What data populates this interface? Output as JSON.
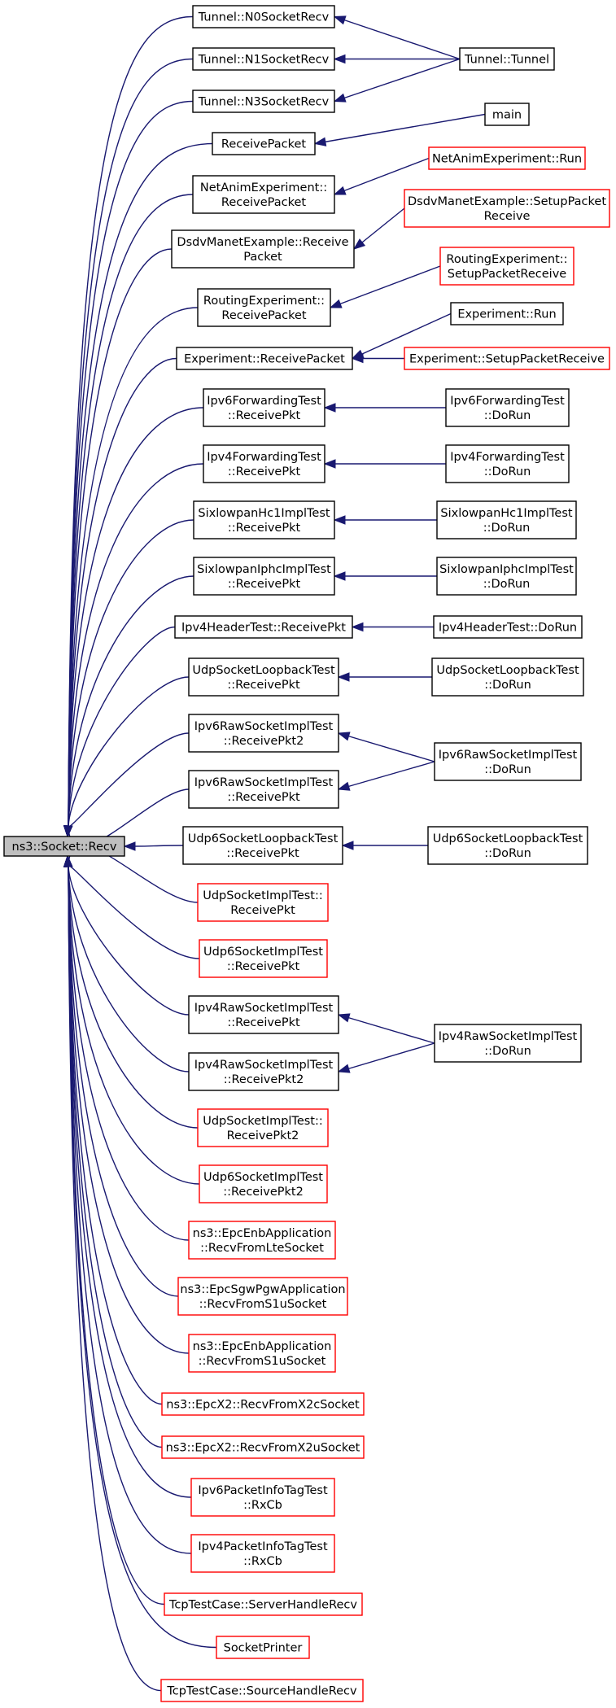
{
  "graph": {
    "title": "ns3::Socket::Recv call graph",
    "colors": {
      "edge": "#191970",
      "border": "#000000",
      "highlight_border": "#ff0000",
      "root_fill": "#bfbfbf"
    },
    "root": {
      "id": "recv",
      "lines": [
        "ns3::Socket::Recv"
      ]
    },
    "callers": [
      {
        "id": "n0",
        "lines": [
          "Tunnel::N0SocketRecv"
        ],
        "red": false
      },
      {
        "id": "n1",
        "lines": [
          "Tunnel::N1SocketRecv"
        ],
        "red": false
      },
      {
        "id": "n3",
        "lines": [
          "Tunnel::N3SocketRecv"
        ],
        "red": false
      },
      {
        "id": "rp",
        "lines": [
          "ReceivePacket"
        ],
        "red": false
      },
      {
        "id": "nae",
        "lines": [
          "NetAnimExperiment::",
          "ReceivePacket"
        ],
        "red": false
      },
      {
        "id": "dsdv",
        "lines": [
          "DsdvManetExample::Receive",
          "Packet"
        ],
        "red": false
      },
      {
        "id": "rexp",
        "lines": [
          "RoutingExperiment::",
          "ReceivePacket"
        ],
        "red": false
      },
      {
        "id": "exp",
        "lines": [
          "Experiment::ReceivePacket"
        ],
        "red": false
      },
      {
        "id": "ip6f",
        "lines": [
          "Ipv6ForwardingTest",
          "::ReceivePkt"
        ],
        "red": false
      },
      {
        "id": "ip4f",
        "lines": [
          "Ipv4ForwardingTest",
          "::ReceivePkt"
        ],
        "red": false
      },
      {
        "id": "hc1",
        "lines": [
          "SixlowpanHc1ImplTest",
          "::ReceivePkt"
        ],
        "red": false
      },
      {
        "id": "iphc",
        "lines": [
          "SixlowpanIphcImplTest",
          "::ReceivePkt"
        ],
        "red": false
      },
      {
        "id": "ip4h",
        "lines": [
          "Ipv4HeaderTest::ReceivePkt"
        ],
        "red": false
      },
      {
        "id": "udpl",
        "lines": [
          "UdpSocketLoopbackTest",
          "::ReceivePkt"
        ],
        "red": false
      },
      {
        "id": "ip6r2",
        "lines": [
          "Ipv6RawSocketImplTest",
          "::ReceivePkt2"
        ],
        "red": false
      },
      {
        "id": "ip6r",
        "lines": [
          "Ipv6RawSocketImplTest",
          "::ReceivePkt"
        ],
        "red": false
      },
      {
        "id": "udp6l",
        "lines": [
          "Udp6SocketLoopbackTest",
          "::ReceivePkt"
        ],
        "red": false
      },
      {
        "id": "udpi",
        "lines": [
          "UdpSocketImplTest::",
          "ReceivePkt"
        ],
        "red": true
      },
      {
        "id": "udp6i",
        "lines": [
          "Udp6SocketImplTest",
          "::ReceivePkt"
        ],
        "red": true
      },
      {
        "id": "ip4r",
        "lines": [
          "Ipv4RawSocketImplTest",
          "::ReceivePkt"
        ],
        "red": false
      },
      {
        "id": "ip4r2",
        "lines": [
          "Ipv4RawSocketImplTest",
          "::ReceivePkt2"
        ],
        "red": false
      },
      {
        "id": "udpi2",
        "lines": [
          "UdpSocketImplTest::",
          "ReceivePkt2"
        ],
        "red": true
      },
      {
        "id": "udp6i2",
        "lines": [
          "Udp6SocketImplTest",
          "::ReceivePkt2"
        ],
        "red": true
      },
      {
        "id": "enblte",
        "lines": [
          "ns3::EpcEnbApplication",
          "::RecvFromLteSocket"
        ],
        "red": true
      },
      {
        "id": "sgw",
        "lines": [
          "ns3::EpcSgwPgwApplication",
          "::RecvFromS1uSocket"
        ],
        "red": true
      },
      {
        "id": "enbs1",
        "lines": [
          "ns3::EpcEnbApplication",
          "::RecvFromS1uSocket"
        ],
        "red": true
      },
      {
        "id": "x2c",
        "lines": [
          "ns3::EpcX2::RecvFromX2cSocket"
        ],
        "red": true
      },
      {
        "id": "x2u",
        "lines": [
          "ns3::EpcX2::RecvFromX2uSocket"
        ],
        "red": true
      },
      {
        "id": "ip6pi",
        "lines": [
          "Ipv6PacketInfoTagTest",
          "::RxCb"
        ],
        "red": true
      },
      {
        "id": "ip4pi",
        "lines": [
          "Ipv4PacketInfoTagTest",
          "::RxCb"
        ],
        "red": true
      },
      {
        "id": "tcps",
        "lines": [
          "TcpTestCase::ServerHandleRecv"
        ],
        "red": true
      },
      {
        "id": "sp",
        "lines": [
          "SocketPrinter"
        ],
        "red": true
      },
      {
        "id": "tcpsrc",
        "lines": [
          "TcpTestCase::SourceHandleRecv"
        ],
        "red": true
      }
    ],
    "second_level": [
      {
        "id": "tun",
        "lines": [
          "Tunnel::Tunnel"
        ],
        "red": false
      },
      {
        "id": "main",
        "lines": [
          "main"
        ],
        "red": false
      },
      {
        "id": "naerun",
        "lines": [
          "NetAnimExperiment::Run"
        ],
        "red": true
      },
      {
        "id": "dsdvsetup",
        "lines": [
          "DsdvManetExample::SetupPacket",
          "Receive"
        ],
        "red": true
      },
      {
        "id": "rexpsetup",
        "lines": [
          "RoutingExperiment::",
          "SetupPacketReceive"
        ],
        "red": true
      },
      {
        "id": "exprun",
        "lines": [
          "Experiment::Run"
        ],
        "red": false
      },
      {
        "id": "expsetup",
        "lines": [
          "Experiment::SetupPacketReceive"
        ],
        "red": true
      },
      {
        "id": "ip6fd",
        "lines": [
          "Ipv6ForwardingTest",
          "::DoRun"
        ],
        "red": false
      },
      {
        "id": "ip4fd",
        "lines": [
          "Ipv4ForwardingTest",
          "::DoRun"
        ],
        "red": false
      },
      {
        "id": "hc1d",
        "lines": [
          "SixlowpanHc1ImplTest",
          "::DoRun"
        ],
        "red": false
      },
      {
        "id": "iphcd",
        "lines": [
          "SixlowpanIphcImplTest",
          "::DoRun"
        ],
        "red": false
      },
      {
        "id": "ip4hd",
        "lines": [
          "Ipv4HeaderTest::DoRun"
        ],
        "red": false
      },
      {
        "id": "udpld",
        "lines": [
          "UdpSocketLoopbackTest",
          "::DoRun"
        ],
        "red": false
      },
      {
        "id": "ip6rd",
        "lines": [
          "Ipv6RawSocketImplTest",
          "::DoRun"
        ],
        "red": false
      },
      {
        "id": "udp6ld",
        "lines": [
          "Udp6SocketLoopbackTest",
          "::DoRun"
        ],
        "red": false
      },
      {
        "id": "ip4rd",
        "lines": [
          "Ipv4RawSocketImplTest",
          "::DoRun"
        ],
        "red": false
      }
    ],
    "edges": [
      [
        "tun",
        "n0"
      ],
      [
        "tun",
        "n1"
      ],
      [
        "tun",
        "n3"
      ],
      [
        "main",
        "rp"
      ],
      [
        "naerun",
        "nae"
      ],
      [
        "dsdvsetup",
        "dsdv"
      ],
      [
        "rexpsetup",
        "rexp"
      ],
      [
        "exprun",
        "exp"
      ],
      [
        "expsetup",
        "exp"
      ],
      [
        "ip6fd",
        "ip6f"
      ],
      [
        "ip4fd",
        "ip4f"
      ],
      [
        "hc1d",
        "hc1"
      ],
      [
        "iphcd",
        "iphc"
      ],
      [
        "ip4hd",
        "ip4h"
      ],
      [
        "udpld",
        "udpl"
      ],
      [
        "ip6rd",
        "ip6r2"
      ],
      [
        "ip6rd",
        "ip6r"
      ],
      [
        "udp6ld",
        "udp6l"
      ],
      [
        "ip4rd",
        "ip4r"
      ],
      [
        "ip4rd",
        "ip4r2"
      ]
    ]
  }
}
